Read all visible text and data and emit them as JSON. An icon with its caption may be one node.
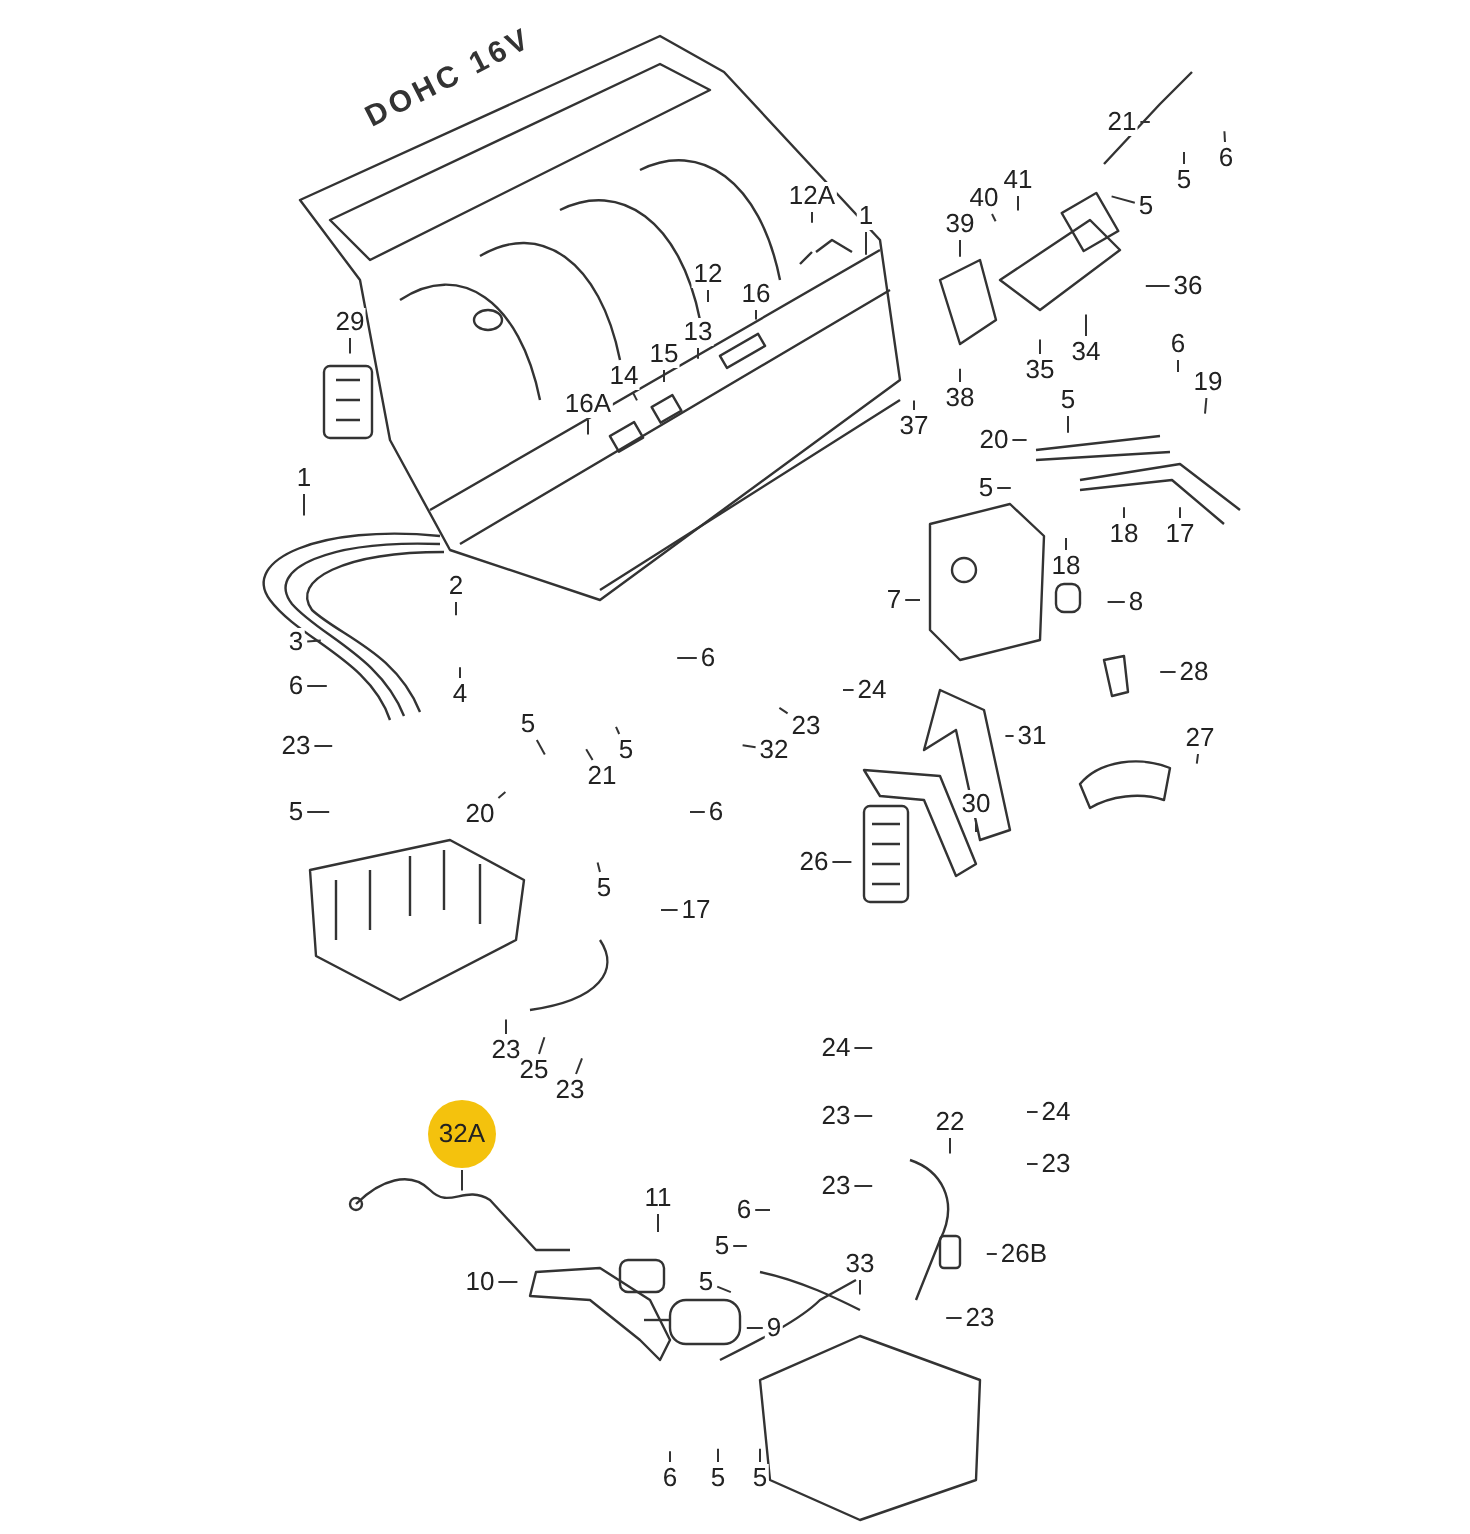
{
  "diagram": {
    "nodes": [
      {
        "text": [
          "21"
        ]
      },
      {
        "text": [
          "6"
        ]
      },
      {
        "text": [
          "5"
        ]
      },
      {
        "text": [
          "41"
        ]
      },
      {
        "text": [
          "12A"
        ]
      },
      {
        "text": [
          "40"
        ]
      },
      {
        "text": [
          "5"
        ]
      },
      {
        "text": [
          "1"
        ]
      },
      {
        "text": [
          "39"
        ]
      },
      {
        "text": [
          "12"
        ]
      },
      {
        "text": [
          "36"
        ]
      },
      {
        "text": [
          "16"
        ]
      },
      {
        "text": [
          "29"
        ]
      },
      {
        "text": [
          "13"
        ]
      },
      {
        "text": [
          "6"
        ]
      },
      {
        "text": [
          "15"
        ]
      },
      {
        "text": [
          "34"
        ]
      },
      {
        "text": [
          "35"
        ]
      },
      {
        "text": [
          "14"
        ]
      },
      {
        "text": [
          "19"
        ]
      },
      {
        "text": [
          "38"
        ]
      },
      {
        "text": [
          "5"
        ]
      },
      {
        "text": [
          "16A"
        ]
      },
      {
        "text": [
          "37"
        ]
      },
      {
        "text": [
          "20"
        ]
      },
      {
        "text": [
          "1"
        ]
      },
      {
        "text": [
          "5"
        ]
      },
      {
        "text": [
          "18"
        ]
      },
      {
        "text": [
          "17"
        ]
      },
      {
        "text": [
          "18"
        ]
      },
      {
        "text": [
          "2"
        ]
      },
      {
        "text": [
          "7"
        ]
      },
      {
        "text": [
          "8"
        ]
      },
      {
        "text": [
          "3"
        ]
      },
      {
        "text": [
          "6"
        ]
      },
      {
        "text": [
          "28"
        ]
      },
      {
        "text": [
          "6"
        ]
      },
      {
        "text": [
          "24"
        ]
      },
      {
        "text": [
          "4"
        ]
      },
      {
        "text": [
          "5"
        ]
      },
      {
        "text": [
          "5"
        ]
      },
      {
        "text": [
          "23"
        ]
      },
      {
        "text": [
          "31"
        ]
      },
      {
        "text": [
          "27"
        ]
      },
      {
        "text": [
          "32"
        ]
      },
      {
        "text": [
          "21"
        ]
      },
      {
        "text": [
          "23"
        ]
      },
      {
        "text": [
          "30"
        ]
      },
      {
        "text": [
          "5"
        ]
      },
      {
        "text": [
          "20"
        ]
      },
      {
        "text": [
          "6"
        ]
      },
      {
        "text": [
          "26"
        ]
      },
      {
        "text": [
          "5"
        ]
      },
      {
        "text": [
          "17"
        ]
      },
      {
        "text": [
          "24"
        ]
      },
      {
        "text": [
          "23"
        ]
      },
      {
        "text": [
          "25"
        ]
      },
      {
        "text": [
          "23"
        ]
      },
      {
        "text": [
          "24"
        ]
      },
      {
        "text": [
          "23"
        ]
      },
      {
        "text": [
          "22"
        ]
      },
      {
        "text": [
          "32A"
        ]
      },
      {
        "text": [
          "23"
        ]
      },
      {
        "text": [
          "23"
        ]
      },
      {
        "text": [
          "11"
        ]
      },
      {
        "text": [
          "6"
        ]
      },
      {
        "text": [
          "5"
        ]
      },
      {
        "text": [
          "26B"
        ]
      },
      {
        "text": [
          "33"
        ]
      },
      {
        "text": [
          "10"
        ]
      },
      {
        "text": [
          "5"
        ]
      },
      {
        "text": [
          "23"
        ]
      },
      {
        "text": [
          "9"
        ]
      },
      {
        "text": [
          "6"
        ]
      },
      {
        "text": [
          "5"
        ]
      },
      {
        "text": [
          "5"
        ]
      }
    ],
    "edges": [
      {
        "from": 0,
        "to": null,
        "arrow": "none"
      },
      {
        "from": 1,
        "to": null,
        "arrow": "none"
      },
      {
        "from": 2,
        "to": null,
        "arrow": "none"
      },
      {
        "from": 3,
        "to": null,
        "arrow": "none"
      },
      {
        "from": 4,
        "to": null,
        "arrow": "none"
      },
      {
        "from": 5,
        "to": null,
        "arrow": "none"
      },
      {
        "from": 6,
        "to": null,
        "arrow": "none"
      },
      {
        "from": 7,
        "to": null,
        "arrow": "none"
      },
      {
        "from": 8,
        "to": null,
        "arrow": "none"
      },
      {
        "from": 9,
        "to": null,
        "arrow": "none"
      },
      {
        "from": 10,
        "to": null,
        "arrow": "none"
      },
      {
        "from": 11,
        "to": null,
        "arrow": "none"
      },
      {
        "from": 12,
        "to": null,
        "arrow": "none"
      },
      {
        "from": 13,
        "to": null,
        "arrow": "none"
      },
      {
        "from": 14,
        "to": null,
        "arrow": "none"
      },
      {
        "from": 15,
        "to": null,
        "arrow": "none"
      },
      {
        "from": 16,
        "to": null,
        "arrow": "none"
      },
      {
        "from": 17,
        "to": null,
        "arrow": "none"
      },
      {
        "from": 18,
        "to": null,
        "arrow": "none"
      },
      {
        "from": 19,
        "to": null,
        "arrow": "none"
      },
      {
        "from": 20,
        "to": null,
        "arrow": "none"
      },
      {
        "from": 21,
        "to": null,
        "arrow": "none"
      },
      {
        "from": 22,
        "to": null,
        "arrow": "none"
      },
      {
        "from": 23,
        "to": null,
        "arrow": "none"
      },
      {
        "from": 24,
        "to": null,
        "arrow": "none"
      },
      {
        "from": 25,
        "to": null,
        "arrow": "none"
      },
      {
        "from": 26,
        "to": null,
        "arrow": "none"
      },
      {
        "from": 27,
        "to": null,
        "arrow": "none"
      },
      {
        "from": 28,
        "to": null,
        "arrow": "none"
      },
      {
        "from": 29,
        "to": null,
        "arrow": "none"
      },
      {
        "from": 30,
        "to": null,
        "arrow": "none"
      },
      {
        "from": 31,
        "to": null,
        "arrow": "none"
      },
      {
        "from": 32,
        "to": null,
        "arrow": "none"
      },
      {
        "from": 33,
        "to": null,
        "arrow": "none"
      },
      {
        "from": 34,
        "to": null,
        "arrow": "none"
      },
      {
        "from": 35,
        "to": null,
        "arrow": "none"
      },
      {
        "from": 36,
        "to": null,
        "arrow": "none"
      },
      {
        "from": 37,
        "to": null,
        "arrow": "none"
      },
      {
        "from": 38,
        "to": null,
        "arrow": "none"
      },
      {
        "from": 39,
        "to": null,
        "arrow": "none"
      },
      {
        "from": 40,
        "to": null,
        "arrow": "none"
      },
      {
        "from": 41,
        "to": null,
        "arrow": "none"
      },
      {
        "from": 42,
        "to": null,
        "arrow": "none"
      },
      {
        "from": 43,
        "to": null,
        "arrow": "none"
      },
      {
        "from": 44,
        "to": null,
        "arrow": "none"
      },
      {
        "from": 45,
        "to": null,
        "arrow": "none"
      },
      {
        "from": 46,
        "to": null,
        "arrow": "none"
      },
      {
        "from": 47,
        "to": null,
        "arrow": "none"
      },
      {
        "from": 48,
        "to": null,
        "arrow": "none"
      },
      {
        "from": 49,
        "to": null,
        "arrow": "none"
      },
      {
        "from": 50,
        "to": null,
        "arrow": "none"
      },
      {
        "from": 51,
        "to": null,
        "arrow": "none"
      },
      {
        "from": 52,
        "to": null,
        "arrow": "none"
      },
      {
        "from": 53,
        "to": null,
        "arrow": "none"
      },
      {
        "from": 54,
        "to": null,
        "arrow": "none"
      },
      {
        "from": 55,
        "to": null,
        "arrow": "none"
      },
      {
        "from": 56,
        "to": null,
        "arrow": "none"
      },
      {
        "from": 57,
        "to": null,
        "arrow": "none"
      },
      {
        "from": 58,
        "to": null,
        "arrow": "none"
      },
      {
        "from": 59,
        "to": null,
        "arrow": "none"
      },
      {
        "from": 60,
        "to": null,
        "arrow": "none"
      },
      {
        "from": 61,
        "to": null,
        "arrow": "none"
      },
      {
        "from": 62,
        "to": null,
        "arrow": "none"
      },
      {
        "from": 63,
        "to": null,
        "arrow": "none"
      },
      {
        "from": 64,
        "to": null,
        "arrow": "none"
      },
      {
        "from": 65,
        "to": null,
        "arrow": "none"
      },
      {
        "from": 66,
        "to": null,
        "arrow": "none"
      },
      {
        "from": 67,
        "to": null,
        "arrow": "none"
      },
      {
        "from": 68,
        "to": null,
        "arrow": "none"
      },
      {
        "from": 69,
        "to": null,
        "arrow": "none"
      },
      {
        "from": 70,
        "to": null,
        "arrow": "none"
      },
      {
        "from": 71,
        "to": null,
        "arrow": "none"
      },
      {
        "from": 72,
        "to": null,
        "arrow": "none"
      },
      {
        "from": 73,
        "to": null,
        "arrow": "none"
      },
      {
        "from": 74,
        "to": null,
        "arrow": "none"
      },
      {
        "from": 75,
        "to": null,
        "arrow": "none"
      }
    ],
    "labels": [
      "DOHC 16V"
    ]
  }
}
